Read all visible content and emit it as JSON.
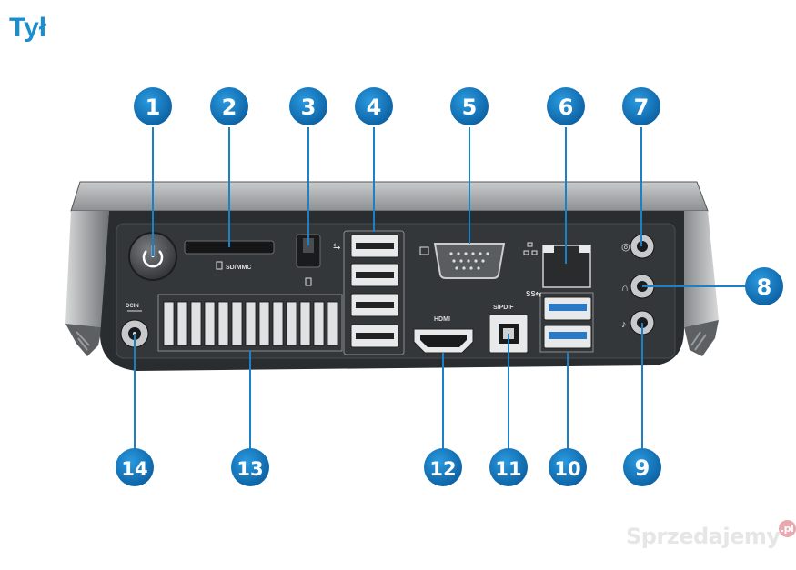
{
  "title": "Tył",
  "port_labels": {
    "sd_mmc": "SD/MMC",
    "dcin": "DCIN",
    "hdmi": "HDMI",
    "spdif": "S/PDIF"
  },
  "callouts": [
    "1",
    "2",
    "3",
    "4",
    "5",
    "6",
    "7",
    "8",
    "9",
    "10",
    "11",
    "12",
    "13",
    "14"
  ],
  "watermark": {
    "text": "Sprzedajemy",
    "suffix": ".pl"
  }
}
